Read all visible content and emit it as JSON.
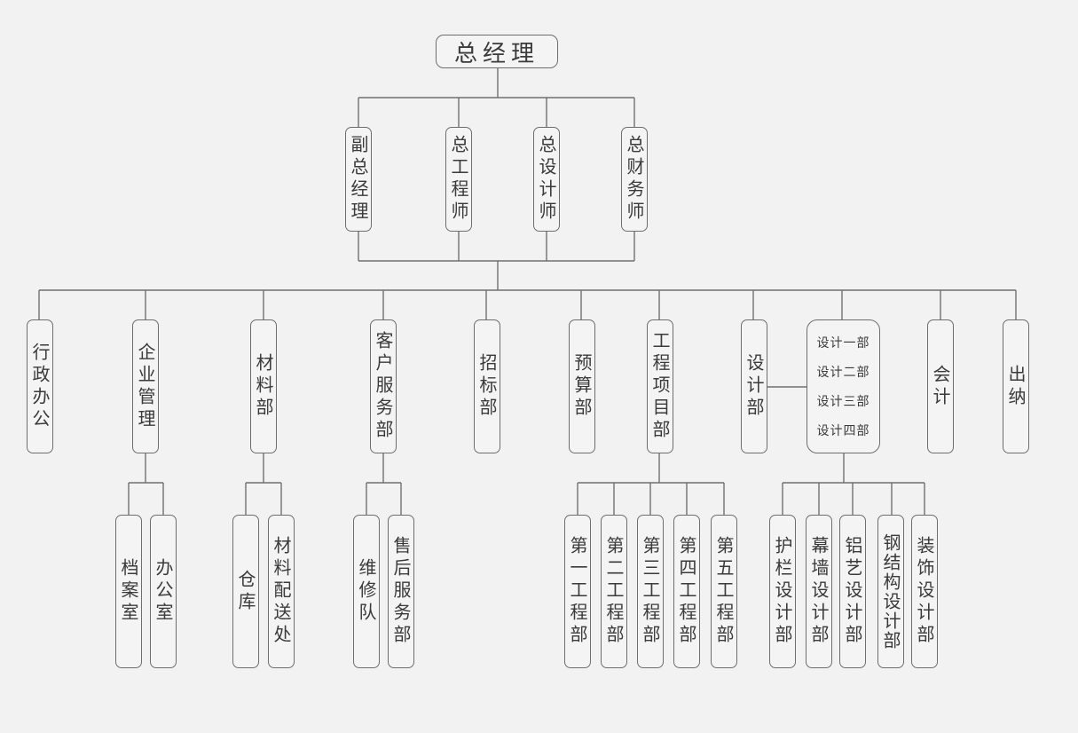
{
  "chart_title": "总经理",
  "level2": [
    {
      "label": "副总经理"
    },
    {
      "label": "总工程师"
    },
    {
      "label": "总设计师"
    },
    {
      "label": "总财务师"
    }
  ],
  "departments": [
    {
      "label": "行政办公"
    },
    {
      "label": "企业管理",
      "children": [
        "档案室",
        "办公室"
      ]
    },
    {
      "label": "材料部",
      "children": [
        "仓库",
        "材料配送处"
      ]
    },
    {
      "label": "客户服务部",
      "children": [
        "维修队",
        "售后服务部"
      ]
    },
    {
      "label": "招标部"
    },
    {
      "label": "预算部"
    },
    {
      "label": "工程项目部",
      "children": [
        "第一工程部",
        "第二工程部",
        "第三工程部",
        "第四工程部",
        "第五工程部"
      ]
    },
    {
      "label": "设计部"
    },
    {
      "label": "会计"
    },
    {
      "label": "出纳"
    }
  ],
  "design_units": [
    "设计一部",
    "设计二部",
    "设计三部",
    "设计四部"
  ],
  "design_subdepts": [
    "护栏设计部",
    "幕墙设计部",
    "铝艺设计部",
    "钢结构设计部",
    "装饰设计部"
  ]
}
